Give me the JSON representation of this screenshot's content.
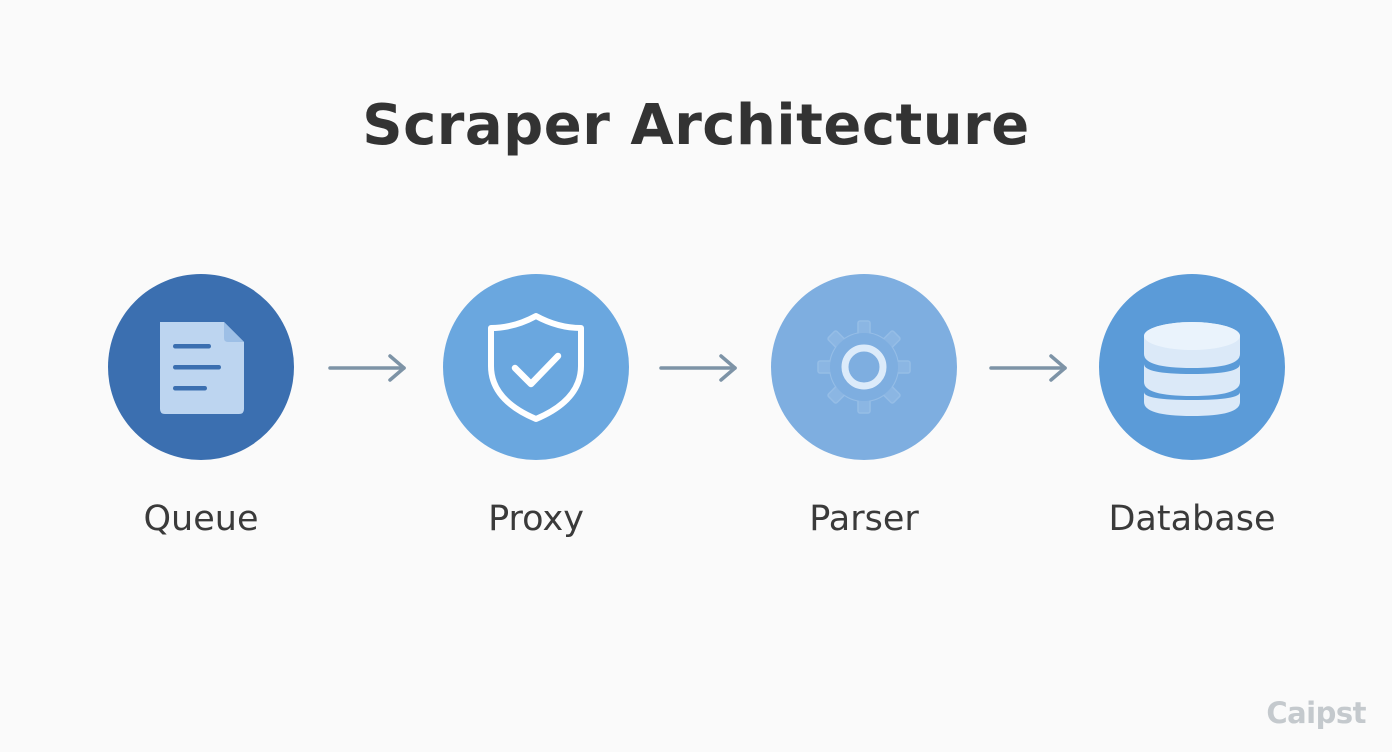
{
  "title": "Scraper Architecture",
  "nodes": [
    {
      "label": "Queue",
      "icon": "document-icon",
      "color": "#3b6fb0"
    },
    {
      "label": "Proxy",
      "icon": "shield-check-icon",
      "color": "#6aa7df"
    },
    {
      "label": "Parser",
      "icon": "gear-icon",
      "color": "#7eaee0"
    },
    {
      "label": "Database",
      "icon": "database-icon",
      "color": "#5b9bd8"
    }
  ],
  "arrow_color": "#7d93a6",
  "watermark": "Caipst"
}
